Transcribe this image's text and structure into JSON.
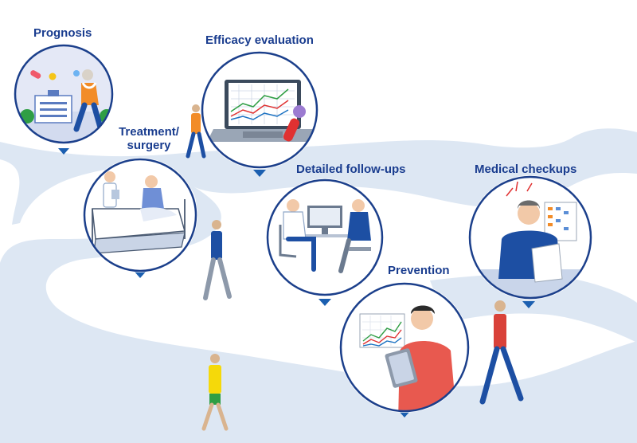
{
  "stages": {
    "prognosis": "Prognosis",
    "efficacy": "Efficacy evaluation",
    "treatment_line1": "Treatment/",
    "treatment_line2": "surgery",
    "followups": "Detailed follow-ups",
    "checkups": "Medical checkups",
    "prevention": "Prevention"
  },
  "colors": {
    "label": "#1a3d8f",
    "ring": "#1b3f8b",
    "path": "#dde7f3",
    "path_edge": "#c9d7ea",
    "pin": "#1b5fb0"
  }
}
